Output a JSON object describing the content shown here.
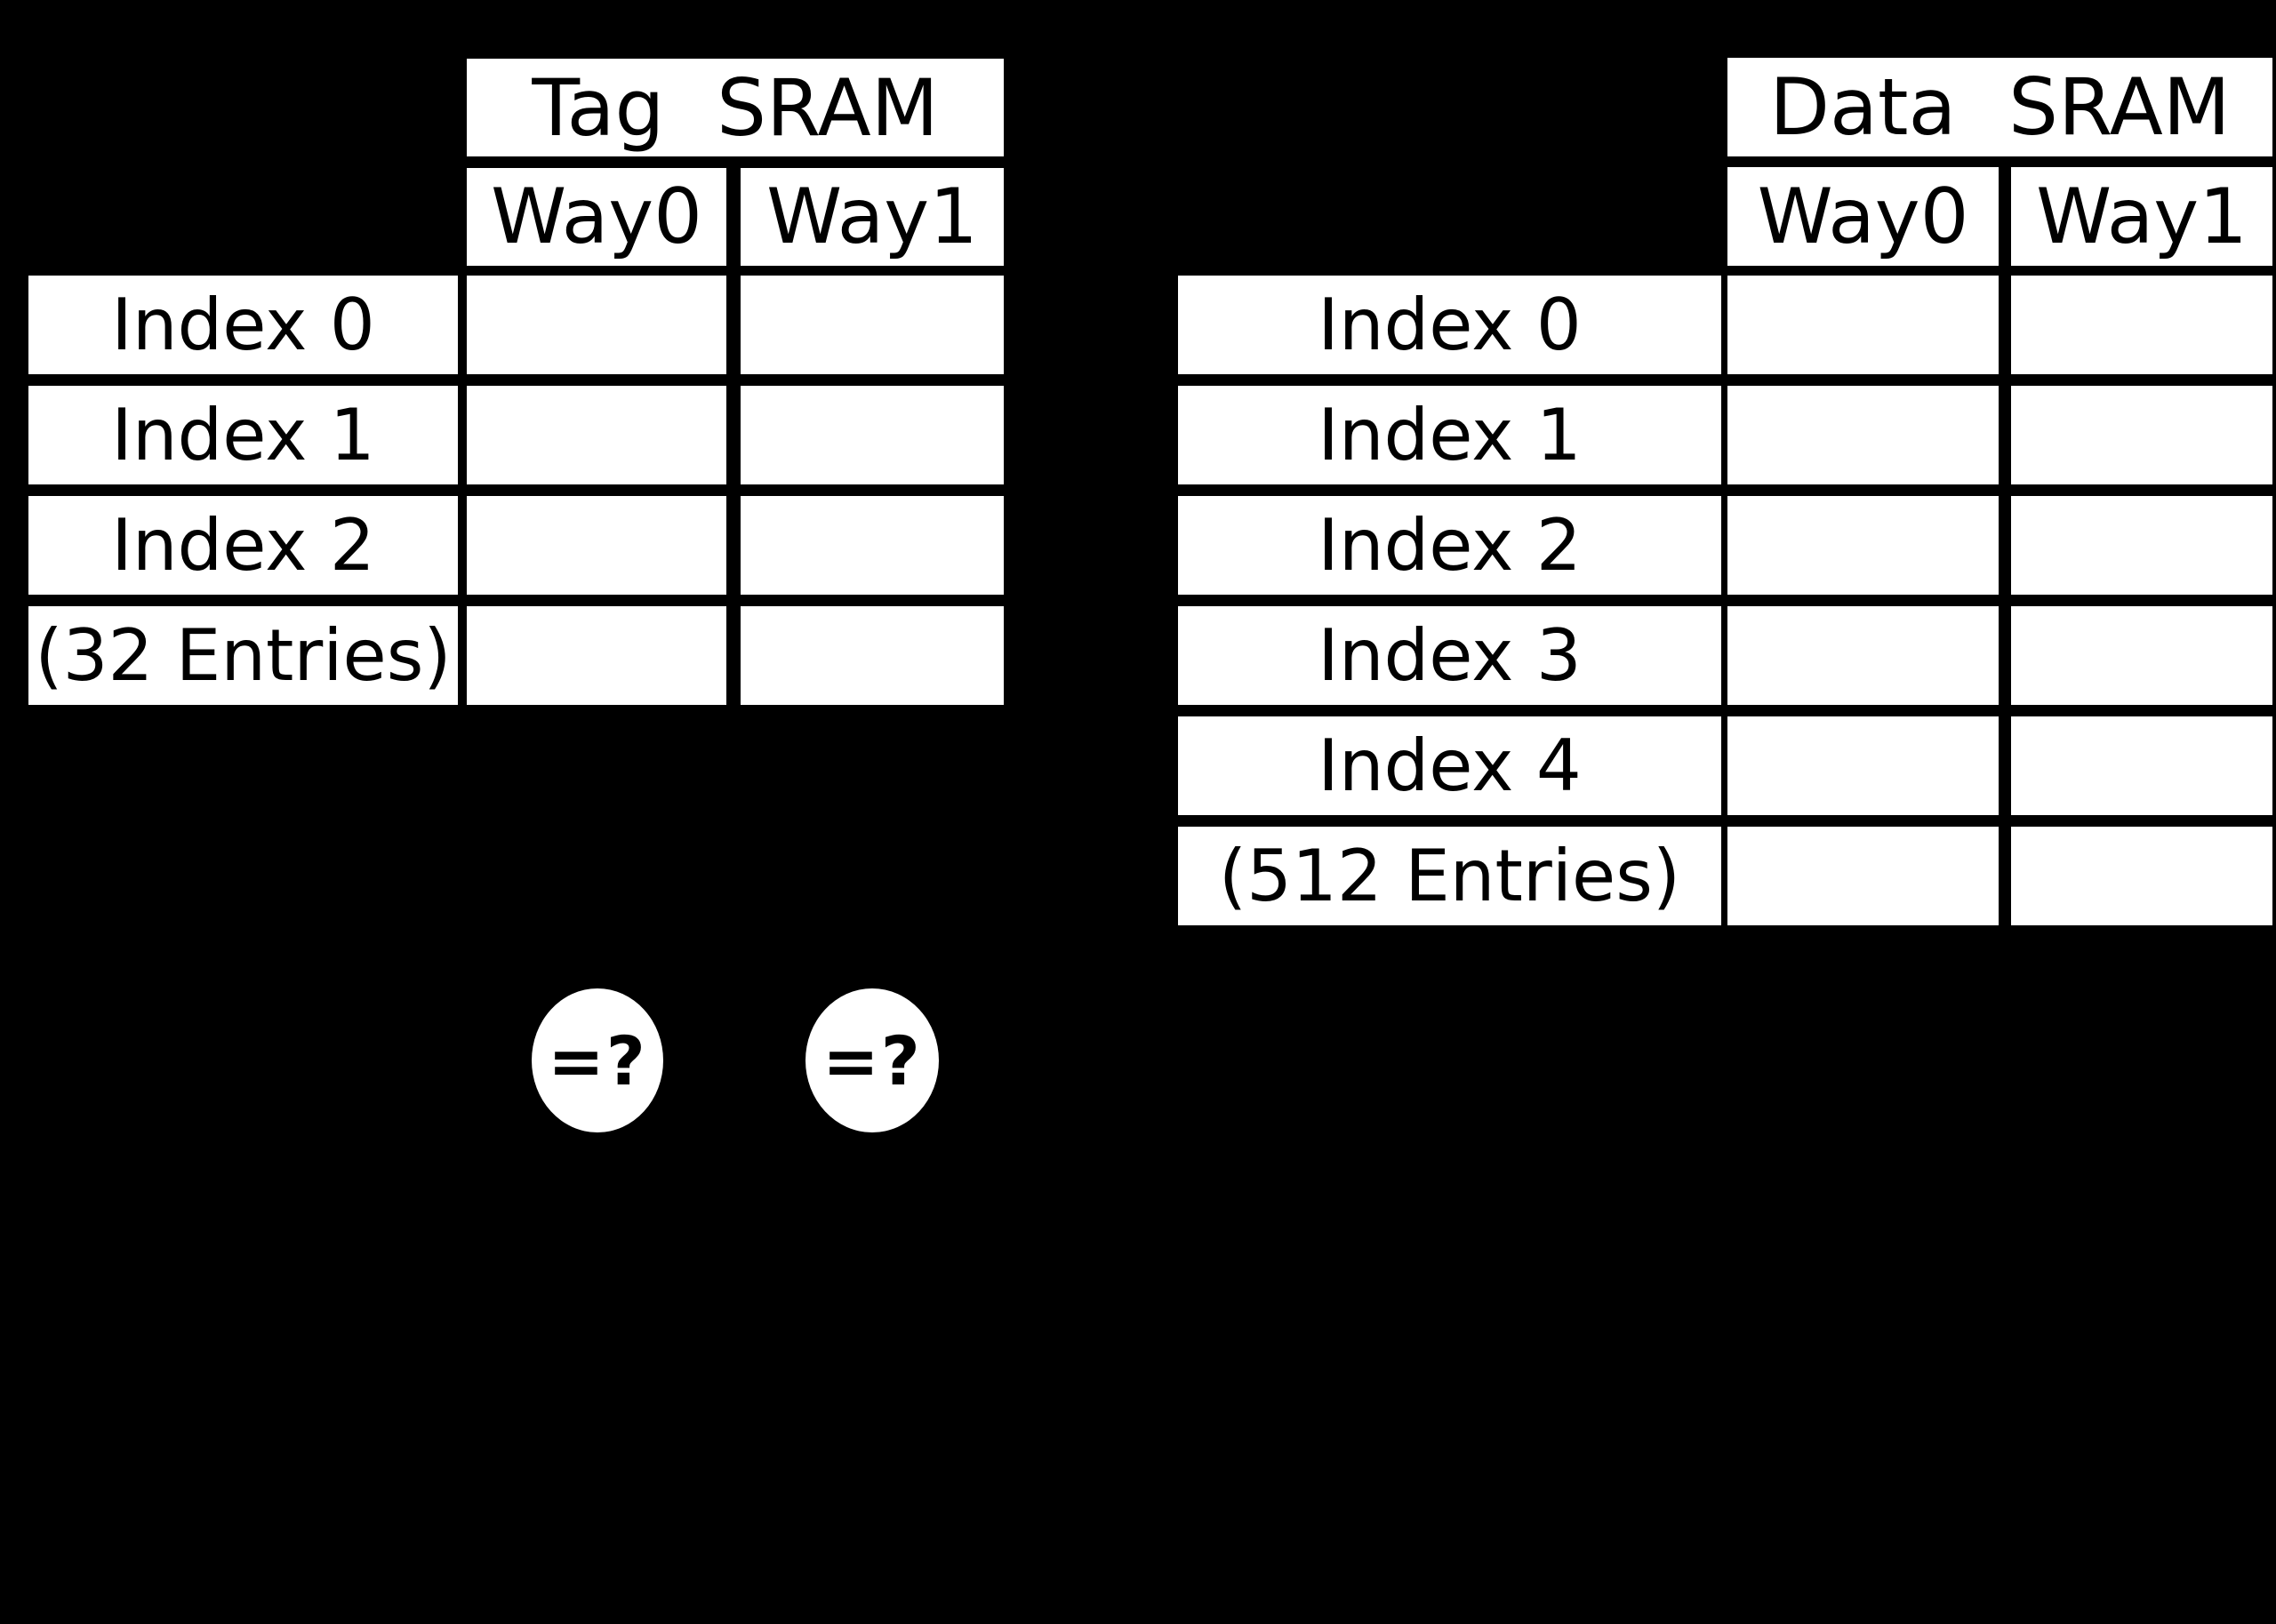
{
  "colors": {
    "background": "#000000",
    "cell_fill": "#ffffff",
    "text": "#000000"
  },
  "tag_table": {
    "title": "Tag SRAM",
    "way_headers": [
      "Way0",
      "Way1"
    ],
    "row_labels": [
      "Index 0",
      "Index 1",
      "Index 2",
      "(32 Entries)"
    ]
  },
  "data_table": {
    "title": "Data SRAM",
    "way_headers": [
      "Way0",
      "Way1"
    ],
    "row_labels": [
      "Index 0",
      "Index 1",
      "Index 2",
      "Index 3",
      "Index 4",
      "(512 Entries)"
    ]
  },
  "comparators": [
    {
      "label": "=?"
    },
    {
      "label": "=?"
    }
  ]
}
